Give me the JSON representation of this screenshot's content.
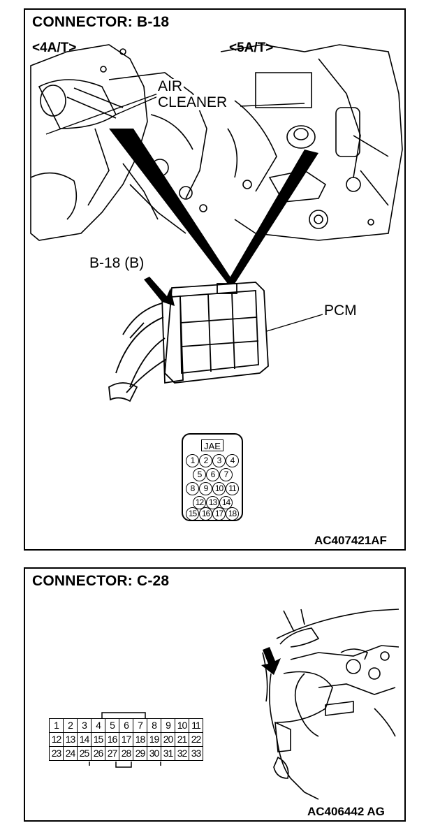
{
  "panels": [
    {
      "title": "CONNECTOR: B-18",
      "tag_left": "<4A/T>",
      "tag_right": "<5A/T>",
      "callout_air": [
        "AIR",
        "CLEANER"
      ],
      "callout_connector": "B-18 (B)",
      "callout_pcm": "PCM",
      "connector_face": {
        "brand": "JAE",
        "pins": [
          "1",
          "2",
          "3",
          "4",
          "5",
          "6",
          "7",
          "8",
          "9",
          "10",
          "11",
          "12",
          "13",
          "14",
          "15",
          "16",
          "17",
          "18"
        ]
      },
      "figure_code": "AC407421AF"
    },
    {
      "title": "CONNECTOR: C-28",
      "connector_face": {
        "rows": [
          [
            "1",
            "2",
            "3",
            "4",
            "5",
            "6",
            "7",
            "8",
            "9",
            "10",
            "11"
          ],
          [
            "12",
            "13",
            "14",
            "15",
            "16",
            "17",
            "18",
            "19",
            "20",
            "21",
            "22"
          ],
          [
            "23",
            "24",
            "25",
            "26",
            "27",
            "28",
            "29",
            "30",
            "31",
            "32",
            "33"
          ]
        ]
      },
      "figure_code": "AC406442 AG"
    }
  ]
}
